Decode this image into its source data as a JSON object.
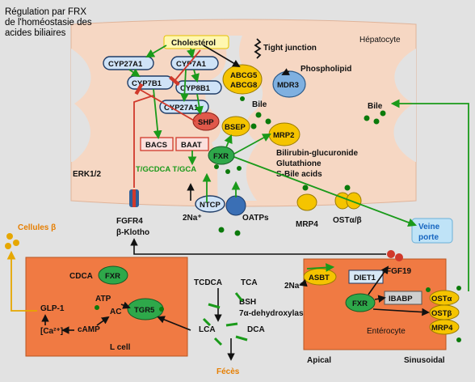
{
  "title": [
    "Régulation par  FRX",
    "de l'homéostasie des",
    "acides biliaires"
  ],
  "regions": {
    "hepatocyte": "Hépatocyte",
    "tight_junction": "Tight junction",
    "bile_center": "Bile",
    "bile_right": "Bile",
    "veine_porte": [
      "Veine",
      "porte"
    ],
    "cellules_beta": "Cellules β",
    "fgfr4": [
      "FGFR4",
      "β-Klotho"
    ],
    "erk": "ERK1/2",
    "enterocyte": "Entérocyte",
    "apical": "Apical",
    "sinusoidal": "Sinusoidal",
    "l_cell": "L cell",
    "feces": "Fécès"
  },
  "liver": {
    "cholesterol": "Cholestérol",
    "cyp27a1_top": "CYP27A1",
    "cyp7a1": "CYP7A1",
    "cyp7b1": "CYP7B1",
    "cyp8b1": "CYP8B1",
    "cyp27a1_mid": "CYP27A1",
    "shp": "SHP",
    "bsep": "BSEP",
    "fxr": "FXR",
    "bacs": "BACS",
    "baat": "BAAT",
    "tgcdca": "T/GCDCA T/GCA",
    "abcg5": "ABCG5",
    "abcg8": "ABCG8",
    "mdr3": "MDR3",
    "phospholipid": "Phospholipid",
    "mrp2": "MRP2",
    "bilirubin": [
      "Bilirubin-glucuronide",
      "Glutathione",
      "S-Bile acids"
    ],
    "ntcp": "NTCP",
    "na_liver": "2Na⁺",
    "oatps": "OATPs",
    "mrp4": "MRP4",
    "ost": "OSTα/β"
  },
  "intestine": {
    "cdca": "CDCA",
    "fxr_l": "FXR",
    "atp": "ATP",
    "ac": "AC",
    "tgr5": "TGR5",
    "glp1": "GLP-1",
    "camp": "cAMP",
    "ca": "[Ca²⁺]",
    "tcdca": "TCDCA",
    "tca": "TCA",
    "bsh": "BSH",
    "dehydroxylase": "7α-dehydroxylase",
    "lca": "LCA",
    "dca": "DCA",
    "na_int": "2Na⁺",
    "asbt": "ASBT",
    "diet1": "DIET1",
    "fgf19": "FGF19",
    "fxr_e": "FXR",
    "ibabp": "IBABP",
    "osta": "OSTα",
    "ostb": "OSTβ",
    "mrp4_e": "MRP4"
  },
  "colors": {
    "cell": "#f6d7c3",
    "cell_stroke": "#e0b49a",
    "l_cell": "#f07a43",
    "enterocyte": "#f07a43",
    "green": "#1a9a1a",
    "red_inhibit": "#d0392b",
    "cyp_fill": "#cfe3f7",
    "blue_node": "#5b9bd5",
    "yellow_node": "#f5c400",
    "dot_green": "#0b7a0b"
  }
}
